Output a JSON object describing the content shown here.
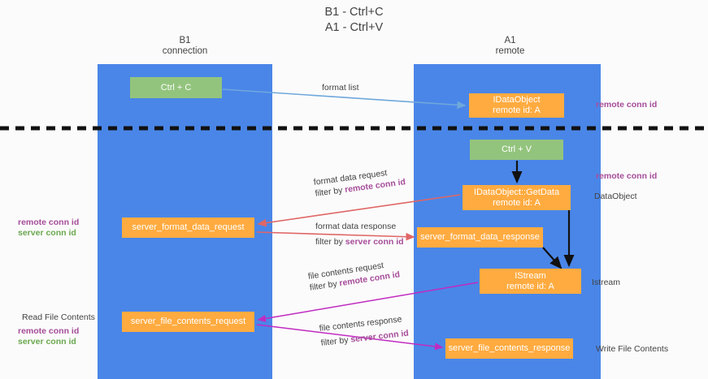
{
  "title": {
    "line1": "B1 - Ctrl+C",
    "line2": "A1 - Ctrl+V"
  },
  "lanes": [
    {
      "id": "b1",
      "name": "B1",
      "sub": "connection",
      "color": "#4a86e8"
    },
    {
      "id": "a1",
      "name": "A1",
      "sub": "remote",
      "color": "#4a86e8"
    }
  ],
  "colors": {
    "lane": "#4a86e8",
    "green_node": "#93c47d",
    "orange_node": "#ffab40",
    "purple_text": "#a64d9a",
    "green_text": "#6aa84f",
    "red_arrow": "#e06666",
    "magenta_arrow": "#c02bc0",
    "blue_arrow": "#6fa8dc",
    "dark_arrow": "#000000",
    "text": "#434343",
    "background": "#fbfbfb"
  },
  "nodes": {
    "ctrl_c": {
      "label": "Ctrl + C",
      "kind": "green"
    },
    "idataobject": {
      "line1": "IDataObject",
      "line2": "remote id: A",
      "kind": "orange"
    },
    "ctrl_v": {
      "label": "Ctrl + V",
      "kind": "green"
    },
    "getdata": {
      "line1": "IDataObject::GetData",
      "line2": "remote id: A",
      "kind": "orange"
    },
    "server_format_data_request": {
      "label": "server_format_data_request",
      "kind": "orange"
    },
    "server_format_data_response": {
      "label": "server_format_data_response",
      "kind": "orange"
    },
    "istream": {
      "line1": "IStream",
      "line2": "remote id: A",
      "kind": "orange"
    },
    "server_file_contents_request": {
      "label": "server_file_contents_request",
      "kind": "orange"
    },
    "server_file_contents_response": {
      "label": "server_file_contents_response",
      "kind": "orange"
    }
  },
  "flows": {
    "format_list": {
      "label": "format list"
    },
    "format_data_request": {
      "label": "format data request",
      "filter_prefix": "filter by ",
      "filter_key": "remote conn id"
    },
    "format_data_response": {
      "label": "format data response",
      "filter_prefix": "filter by ",
      "filter_key": "server conn id"
    },
    "file_contents_request": {
      "label": "file contents request",
      "filter_prefix": "filter by ",
      "filter_key": "remote conn id"
    },
    "file_contents_response": {
      "label": "file contents response",
      "filter_prefix": "filter by ",
      "filter_key": "server conn id"
    }
  },
  "annotations": {
    "right_remote_conn_id_top": "remote conn id",
    "right_remote_conn_id_mid": "remote conn id",
    "dataobject": "DataObject",
    "istream": "Istream",
    "write_file_contents": "Write File Contents",
    "read_file_contents": "Read File Contents",
    "left_remote_conn_id_a": "remote conn id",
    "left_server_conn_id_a": "server conn id",
    "left_remote_conn_id_b": "remote conn id",
    "left_server_conn_id_b": "server conn id"
  }
}
